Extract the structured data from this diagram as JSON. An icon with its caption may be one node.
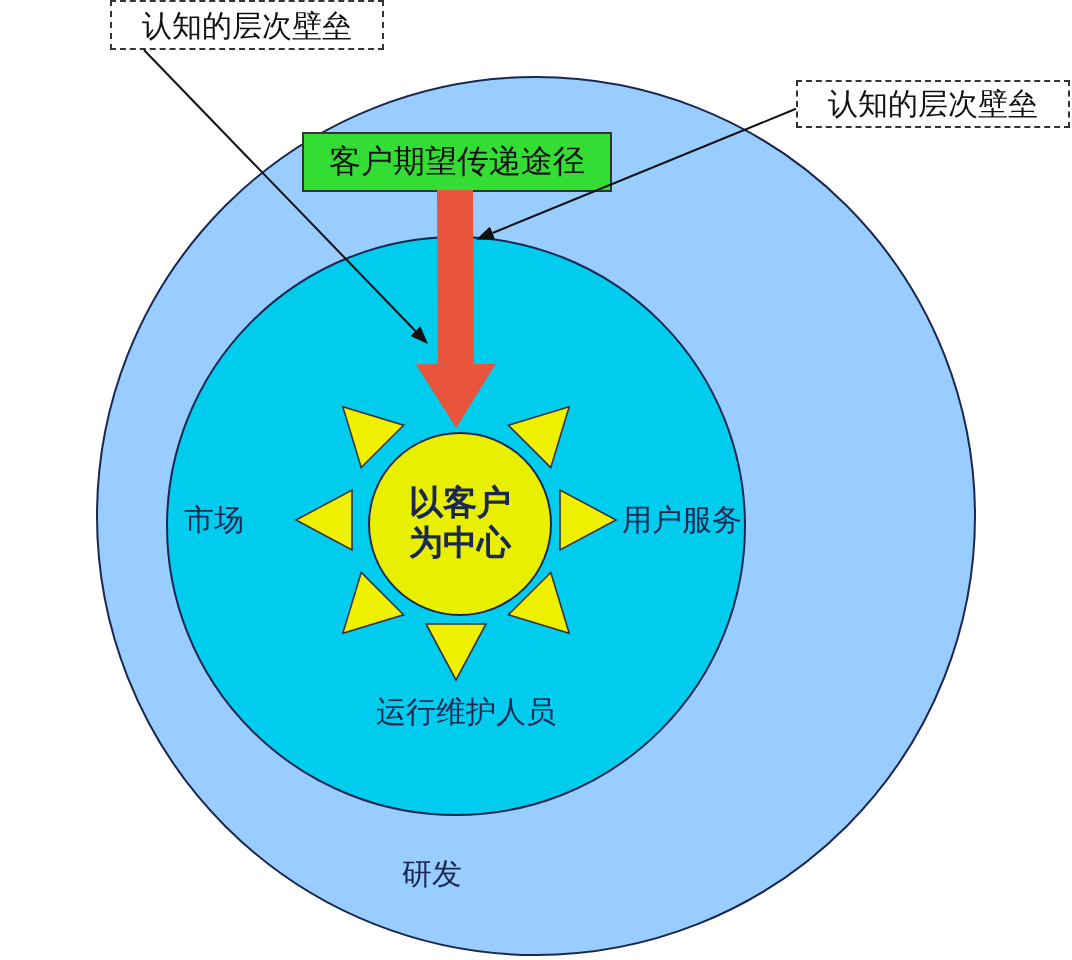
{
  "diagram": {
    "nodes": [
      {
        "text": [
          "研发"
        ]
      },
      {
        "text": [
          "市场",
          "用户服务",
          "运行维护人员"
        ],
        "in": 0
      },
      {
        "text": [
          "以客户为中心"
        ],
        "in": 1
      },
      {
        "text": [
          "客户期望传递途径"
        ],
        "in": 0
      },
      {
        "text": [
          "认知的层次壁垒"
        ]
      },
      {
        "text": [
          "认知的层次壁垒"
        ]
      }
    ],
    "edges": [
      {
        "from": 3,
        "to": 2,
        "arrow": "to",
        "style": "thick",
        "color": "#e8553c"
      },
      {
        "from": 4,
        "to": null,
        "arrow": "to"
      },
      {
        "from": 5,
        "to": 1,
        "arrow": "to"
      }
    ]
  }
}
